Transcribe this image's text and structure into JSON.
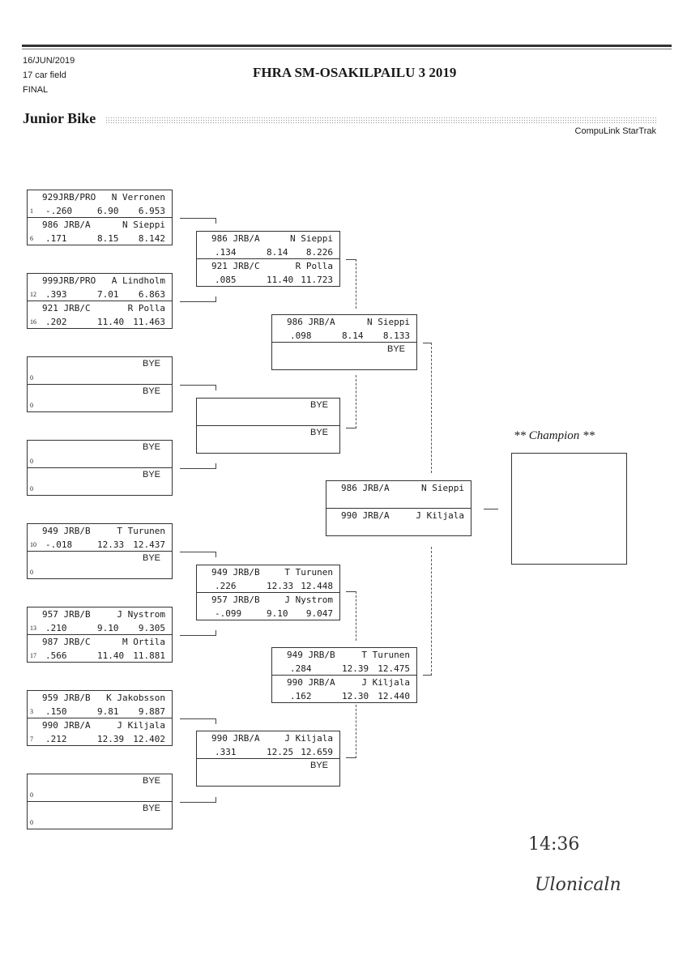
{
  "header": {
    "date": "16/JUN/2019",
    "field": "17 car field",
    "round": "FINAL",
    "title": "FHRA SM-OSAKILPAILU 3 2019",
    "class_name": "Junior Bike",
    "brand": "CompuLink StarTrak"
  },
  "round1": [
    {
      "top": {
        "seed": "1",
        "car": "929JRB/PRO",
        "name": "N Verronen",
        "rt": "-.260",
        "et": "6.90",
        "speed": "6.953"
      },
      "bottom": {
        "seed": "6",
        "car": "986 JRB/A",
        "name": "N Sieppi",
        "rt": ".171",
        "et": "8.15",
        "speed": "8.142"
      }
    },
    {
      "top": {
        "seed": "12",
        "car": "999JRB/PRO",
        "name": "A Lindholm",
        "rt": ".393",
        "et": "7.01",
        "speed": "6.863"
      },
      "bottom": {
        "seed": "16",
        "car": "921 JRB/C",
        "name": "R Polla",
        "rt": ".202",
        "et": "11.40",
        "speed": "11.463"
      }
    },
    {
      "top": {
        "seed": "0",
        "bye": "BYE"
      },
      "bottom": {
        "seed": "0",
        "bye": "BYE"
      }
    },
    {
      "top": {
        "seed": "0",
        "bye": "BYE"
      },
      "bottom": {
        "seed": "0",
        "bye": "BYE"
      }
    },
    {
      "top": {
        "seed": "10",
        "car": "949 JRB/B",
        "name": "T Turunen",
        "rt": "-.018",
        "et": "12.33",
        "speed": "12.437"
      },
      "bottom": {
        "seed": "0",
        "bye": "BYE"
      }
    },
    {
      "top": {
        "seed": "13",
        "car": "957 JRB/B",
        "name": "J Nystrom",
        "rt": ".210",
        "et": "9.10",
        "speed": "9.305"
      },
      "bottom": {
        "seed": "17",
        "car": "987 JRB/C",
        "name": "M Ortila",
        "rt": ".566",
        "et": "11.40",
        "speed": "11.881"
      }
    },
    {
      "top": {
        "seed": "3",
        "car": "959 JRB/B",
        "name": "K Jakobsson",
        "rt": ".150",
        "et": "9.81",
        "speed": "9.887"
      },
      "bottom": {
        "seed": "7",
        "car": "990 JRB/A",
        "name": "J Kiljala",
        "rt": ".212",
        "et": "12.39",
        "speed": "12.402"
      }
    },
    {
      "top": {
        "seed": "0",
        "bye": "BYE"
      },
      "bottom": {
        "seed": "0",
        "bye": "BYE"
      }
    }
  ],
  "round2": [
    {
      "top": {
        "car": "986 JRB/A",
        "name": "N Sieppi",
        "rt": ".134",
        "et": "8.14",
        "speed": "8.226"
      },
      "bottom": {
        "car": "921 JRB/C",
        "name": "R Polla",
        "rt": ".085",
        "et": "11.40",
        "speed": "11.723"
      }
    },
    {
      "top": {
        "bye": "BYE"
      },
      "bottom": {
        "bye": "BYE"
      }
    },
    {
      "top": {
        "car": "949 JRB/B",
        "name": "T Turunen",
        "rt": ".226",
        "et": "12.33",
        "speed": "12.448"
      },
      "bottom": {
        "car": "957 JRB/B",
        "name": "J Nystrom",
        "rt": "-.099",
        "et": "9.10",
        "speed": "9.047"
      }
    },
    {
      "top": {
        "car": "990 JRB/A",
        "name": "J Kiljala",
        "rt": ".331",
        "et": "12.25",
        "speed": "12.659"
      },
      "bottom": {
        "bye": "BYE"
      }
    }
  ],
  "round3": [
    {
      "top": {
        "car": "986 JRB/A",
        "name": "N Sieppi",
        "rt": ".098",
        "et": "8.14",
        "speed": "8.133"
      },
      "bottom": {
        "bye": "BYE"
      }
    },
    {
      "top": {
        "car": "949 JRB/B",
        "name": "T Turunen",
        "rt": ".284",
        "et": "12.39",
        "speed": "12.475"
      },
      "bottom": {
        "car": "990 JRB/A",
        "name": "J Kiljala",
        "rt": ".162",
        "et": "12.30",
        "speed": "12.440"
      }
    }
  ],
  "final": {
    "top": {
      "car": "986 JRB/A",
      "name": "N Sieppi"
    },
    "bottom": {
      "car": "990 JRB/A",
      "name": "J Kiljala"
    }
  },
  "champion": {
    "label": "** Champion **",
    "name": ""
  },
  "handwritten": {
    "time": "14:36",
    "signature": "Ulonicaln"
  }
}
